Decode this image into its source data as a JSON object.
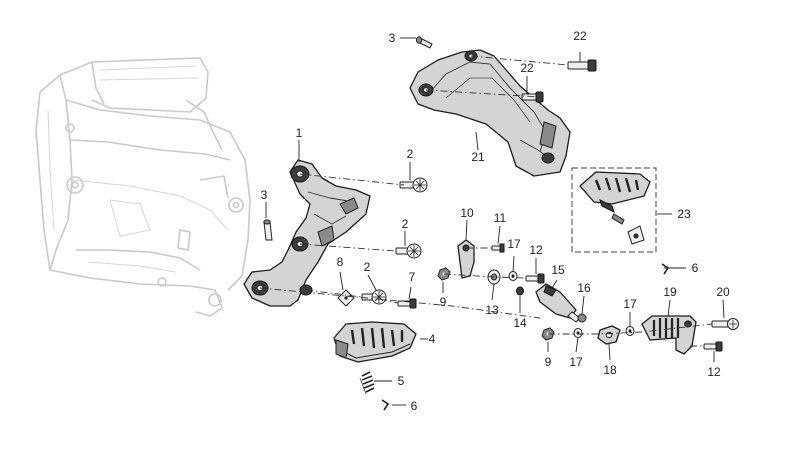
{
  "callouts": [
    {
      "id": "c-1",
      "text": "1"
    },
    {
      "id": "c-2a",
      "text": "2"
    },
    {
      "id": "c-2b",
      "text": "2"
    },
    {
      "id": "c-2c",
      "text": "2"
    },
    {
      "id": "c-3a",
      "text": "3"
    },
    {
      "id": "c-3b",
      "text": "3"
    },
    {
      "id": "c-4",
      "text": "4"
    },
    {
      "id": "c-5",
      "text": "5"
    },
    {
      "id": "c-6a",
      "text": "6"
    },
    {
      "id": "c-6b",
      "text": "6"
    },
    {
      "id": "c-7",
      "text": "7"
    },
    {
      "id": "c-8",
      "text": "8"
    },
    {
      "id": "c-9a",
      "text": "9"
    },
    {
      "id": "c-9b",
      "text": "9"
    },
    {
      "id": "c-10",
      "text": "10"
    },
    {
      "id": "c-11",
      "text": "11"
    },
    {
      "id": "c-12a",
      "text": "12"
    },
    {
      "id": "c-12b",
      "text": "12"
    },
    {
      "id": "c-13",
      "text": "13"
    },
    {
      "id": "c-14",
      "text": "14"
    },
    {
      "id": "c-15",
      "text": "15"
    },
    {
      "id": "c-16",
      "text": "16"
    },
    {
      "id": "c-17a",
      "text": "17"
    },
    {
      "id": "c-17b",
      "text": "17"
    },
    {
      "id": "c-17c",
      "text": "17"
    },
    {
      "id": "c-18",
      "text": "18"
    },
    {
      "id": "c-19",
      "text": "19"
    },
    {
      "id": "c-20",
      "text": "20"
    },
    {
      "id": "c-21",
      "text": "21"
    },
    {
      "id": "c-22a",
      "text": "22"
    },
    {
      "id": "c-22b",
      "text": "22"
    },
    {
      "id": "c-23",
      "text": "23"
    }
  ]
}
